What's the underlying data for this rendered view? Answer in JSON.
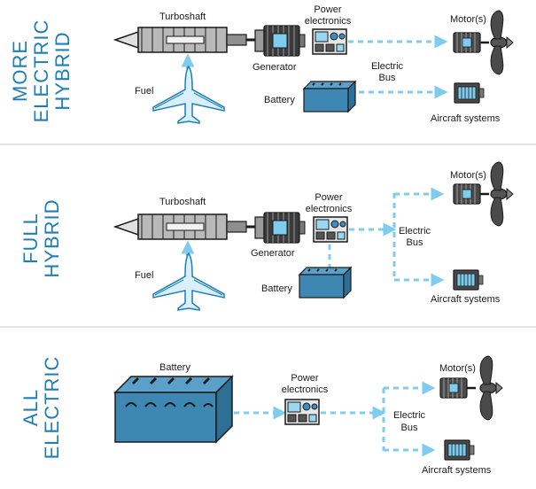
{
  "colors": {
    "accent_blue": "#1d7fb5",
    "light_blue": "#7fcdee",
    "dark": "#1a1a1a",
    "battery_fill": "#3f87b3",
    "divider": "#c8c8c8"
  },
  "sections": [
    {
      "title_lines": [
        "MORE",
        "ELECTRIC",
        "HYBRID"
      ],
      "labels": {
        "turboshaft": "Turboshaft",
        "generator": "Generator",
        "power_electronics": [
          "Power",
          "electronics"
        ],
        "motor": "Motor(s)",
        "electric_bus": [
          "Electric",
          "Bus"
        ],
        "fuel": "Fuel",
        "battery": "Battery",
        "aircraft_systems": "Aircraft systems"
      }
    },
    {
      "title_lines": [
        "FULL",
        "HYBRID"
      ],
      "labels": {
        "turboshaft": "Turboshaft",
        "generator": "Generator",
        "power_electronics": [
          "Power",
          "electronics"
        ],
        "motor": "Motor(s)",
        "electric_bus": [
          "Electric",
          "Bus"
        ],
        "fuel": "Fuel",
        "battery": "Battery",
        "aircraft_systems": "Aircraft systems"
      }
    },
    {
      "title_lines": [
        "ALL",
        "ELECTRIC"
      ],
      "labels": {
        "battery": "Battery",
        "power_electronics": [
          "Power",
          "electronics"
        ],
        "motor": "Motor(s)",
        "electric_bus": [
          "Electric",
          "Bus"
        ],
        "aircraft_systems": "Aircraft systems"
      }
    }
  ],
  "icons": [
    "turbine-engine-icon",
    "generator-icon",
    "power-electronics-icon",
    "motor-icon",
    "propeller-icon",
    "fuel-aircraft-icon",
    "battery-icon",
    "aircraft-systems-icon"
  ]
}
